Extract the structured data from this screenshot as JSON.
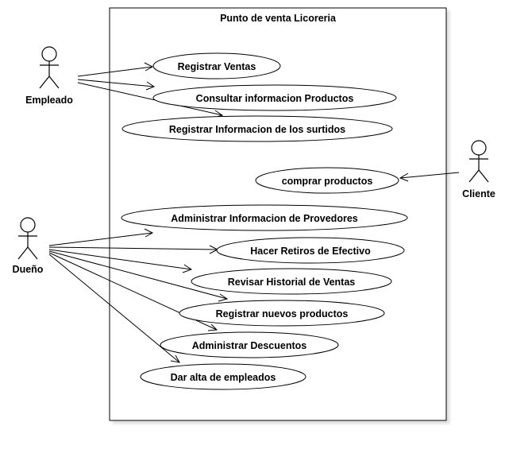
{
  "system": {
    "title": "Punto de venta Licoreria"
  },
  "actors": [
    {
      "id": "empleado",
      "label": "Empleado"
    },
    {
      "id": "dueno",
      "label": "Dueño"
    },
    {
      "id": "cliente",
      "label": "Cliente"
    }
  ],
  "use_cases": [
    {
      "id": "uc1",
      "label": "Registrar Ventas"
    },
    {
      "id": "uc2",
      "label": "Consultar informacion Productos"
    },
    {
      "id": "uc3",
      "label": "Registrar Informacion de los surtidos"
    },
    {
      "id": "uc4",
      "label": "comprar productos"
    },
    {
      "id": "uc5",
      "label": "Administrar Informacion de Provedores"
    },
    {
      "id": "uc6",
      "label": "Hacer Retiros de Efectivo"
    },
    {
      "id": "uc7",
      "label": "Revisar Historial de Ventas"
    },
    {
      "id": "uc8",
      "label": "Registrar nuevos productos"
    },
    {
      "id": "uc9",
      "label": "Administrar Descuentos"
    },
    {
      "id": "uc10",
      "label": "Dar alta de empleados"
    }
  ],
  "associations": [
    {
      "from": "empleado",
      "to": "uc1"
    },
    {
      "from": "empleado",
      "to": "uc2"
    },
    {
      "from": "empleado",
      "to": "uc3"
    },
    {
      "from": "cliente",
      "to": "uc4"
    },
    {
      "from": "dueno",
      "to": "uc5"
    },
    {
      "from": "dueno",
      "to": "uc6"
    },
    {
      "from": "dueno",
      "to": "uc7"
    },
    {
      "from": "dueno",
      "to": "uc8"
    },
    {
      "from": "dueno",
      "to": "uc9"
    },
    {
      "from": "dueno",
      "to": "uc10"
    }
  ]
}
